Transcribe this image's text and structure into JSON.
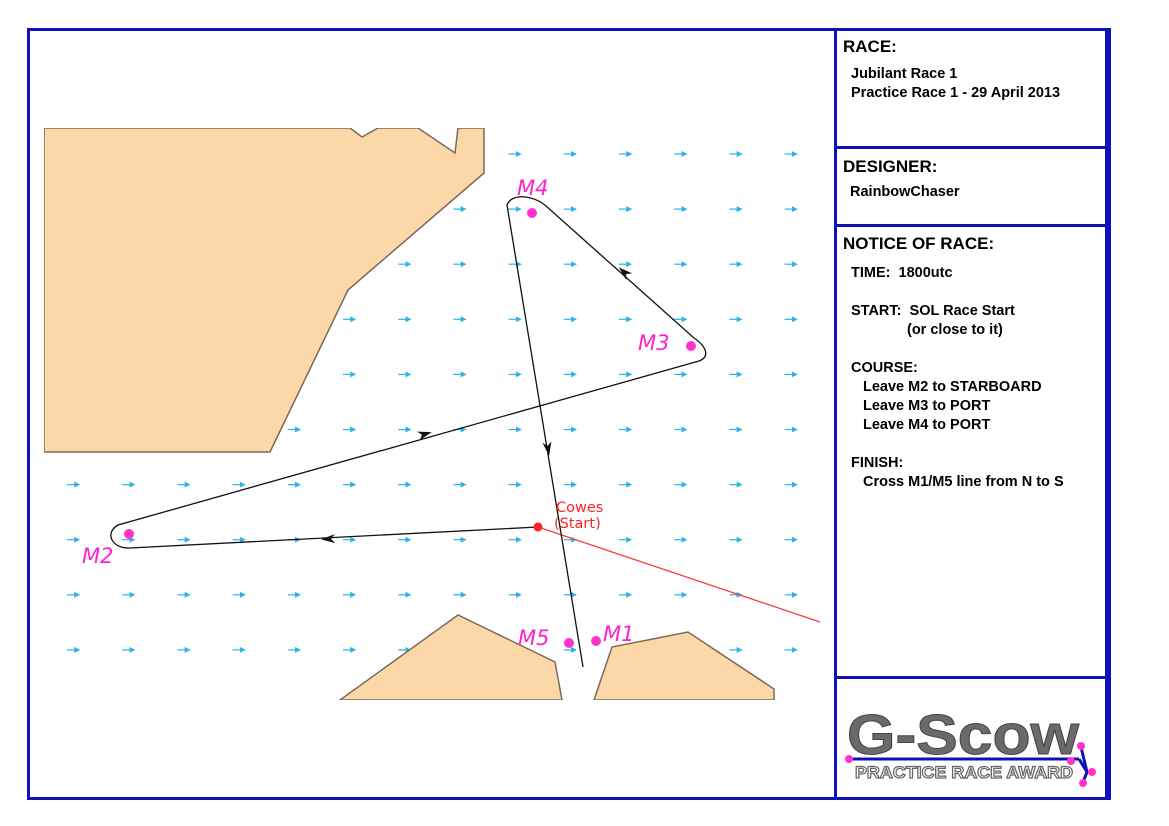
{
  "race": {
    "heading": "RACE:",
    "line1": "Jubilant Race 1",
    "line2": "Practice Race 1 - 29 April 2013"
  },
  "designer": {
    "heading": "DESIGNER:",
    "name": "RainbowChaser"
  },
  "notice": {
    "heading": "NOTICE OF RACE:",
    "time": "TIME:  1800utc",
    "start": "START:  SOL Race Start",
    "start_note": "(or close to it)",
    "course_heading": "COURSE:",
    "course_lines": [
      "Leave M2 to STARBOARD",
      "Leave M3 to PORT",
      "Leave M4 to PORT"
    ],
    "finish_heading": "FINISH:",
    "finish_line": "Cross M1/M5 line from N to S"
  },
  "logo": {
    "title": "G-Scow",
    "subtitle": "PRACTICE RACE AWARD"
  },
  "map": {
    "marks": [
      {
        "id": "m4",
        "label": "M4"
      },
      {
        "id": "m3",
        "label": "M3"
      },
      {
        "id": "m2",
        "label": "M2"
      },
      {
        "id": "m5",
        "label": "M5"
      },
      {
        "id": "m1",
        "label": "M1"
      }
    ],
    "start_label_1": "Cowes",
    "start_label_2": "(Start)"
  },
  "colors": {
    "border": "#1010b8",
    "land": "#fcd8a8",
    "mark": "#ff33cc",
    "start": "#ff2222",
    "wind": "#2fb2e8"
  }
}
